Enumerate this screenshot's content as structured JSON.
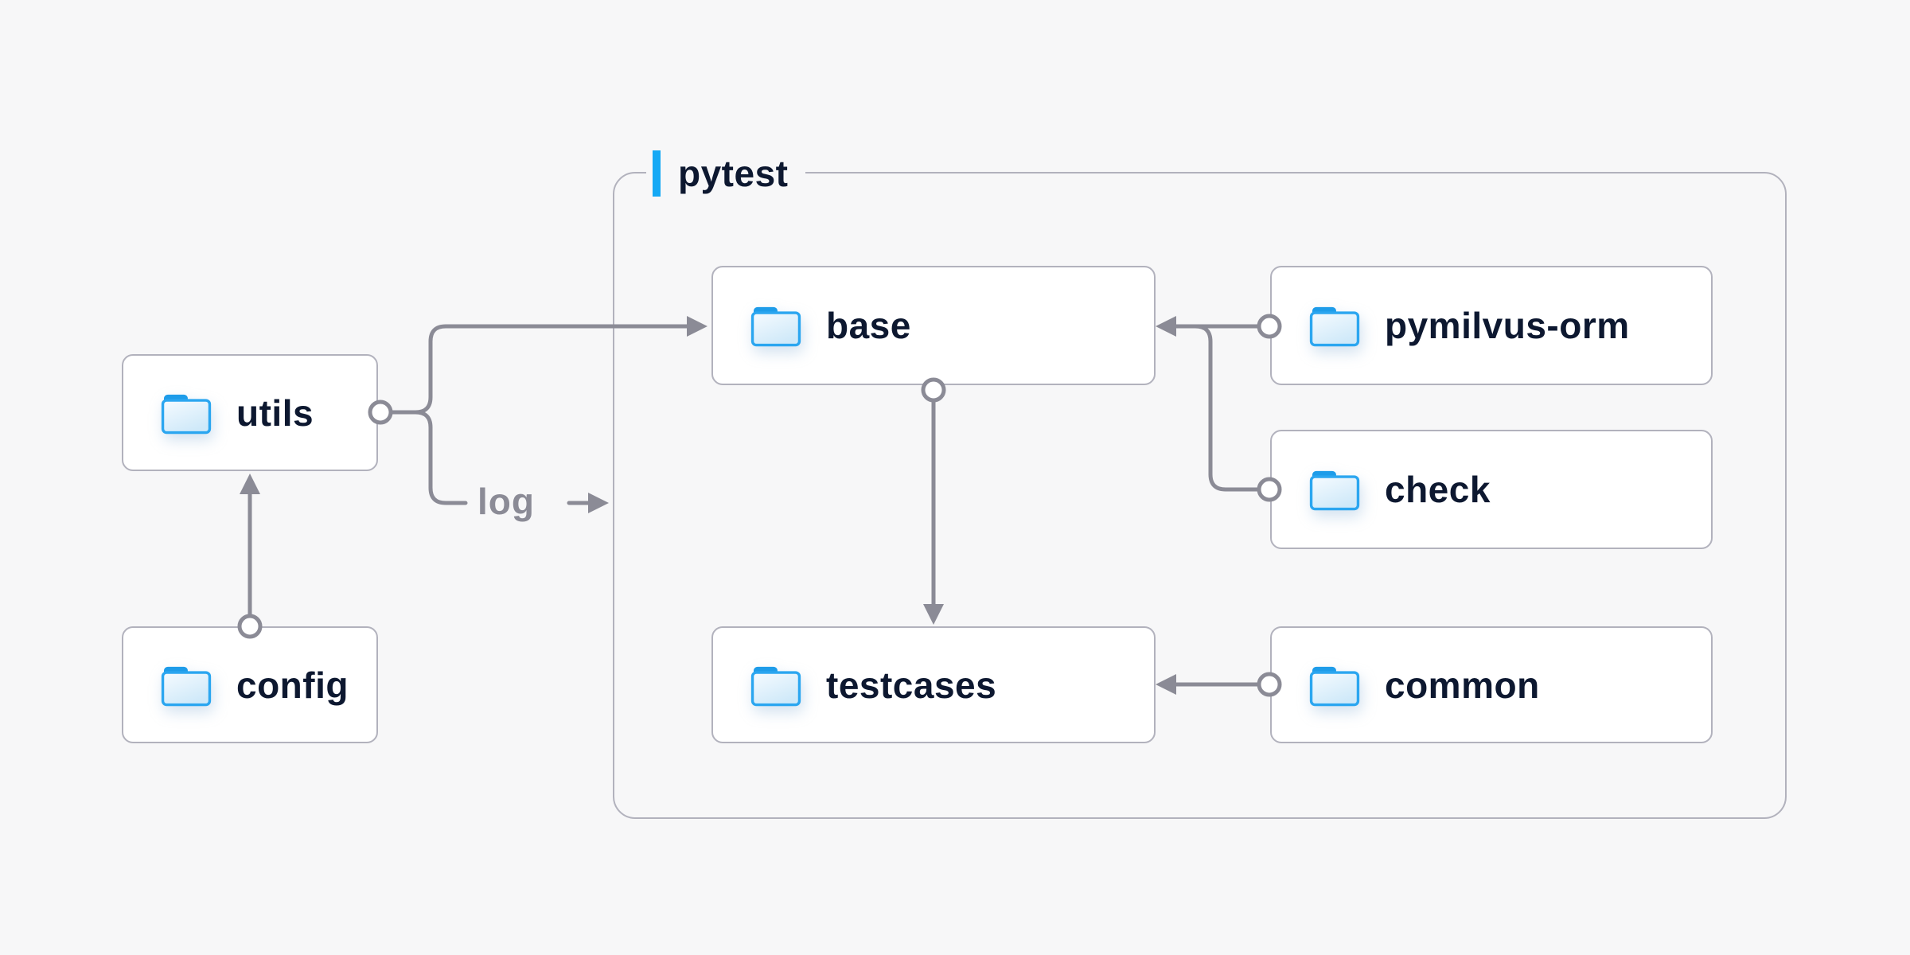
{
  "colors": {
    "background": "#f7f7f8",
    "node_background": "#ffffff",
    "border_gray": "#b2b2bd",
    "connector_gray": "#8b8b96",
    "label_navy": "#0d1830",
    "accent_blue": "#15a9f5",
    "folder_stroke_blue": "#2ba6f0",
    "folder_tab_blue": "#1e9ce9",
    "folder_fill_light": "#cfe9f9"
  },
  "container": {
    "label": "pytest"
  },
  "nodes": {
    "utils": {
      "label": "utils",
      "icon": "folder-icon"
    },
    "config": {
      "label": "config",
      "icon": "folder-icon"
    },
    "base": {
      "label": "base",
      "icon": "folder-icon"
    },
    "pymilvus": {
      "label": "pymilvus-orm",
      "icon": "folder-icon"
    },
    "check": {
      "label": "check",
      "icon": "folder-icon"
    },
    "testcases": {
      "label": "testcases",
      "icon": "folder-icon"
    },
    "common": {
      "label": "common",
      "icon": "folder-icon"
    }
  },
  "edges": {
    "log_label": "log",
    "list": [
      {
        "from": "utils",
        "to": "base",
        "style": "arrow"
      },
      {
        "from": "utils",
        "to": "log",
        "style": "label-arrow"
      },
      {
        "from": "config",
        "to": "utils",
        "style": "arrow"
      },
      {
        "from": "base",
        "to": "testcases",
        "style": "arrow"
      },
      {
        "from": "pymilvus",
        "to": "base",
        "style": "arrow"
      },
      {
        "from": "check",
        "to": "base",
        "style": "merge"
      },
      {
        "from": "common",
        "to": "testcases",
        "style": "arrow"
      }
    ]
  }
}
